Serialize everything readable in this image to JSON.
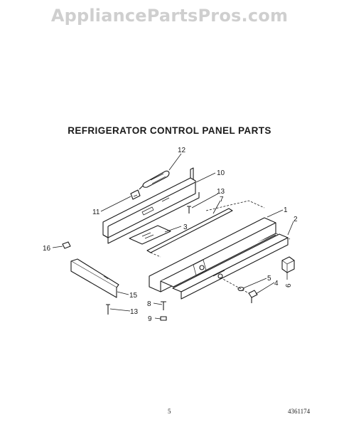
{
  "watermark": "AppliancePartsPros.com",
  "title": "REFRIGERATOR CONTROL PANEL PARTS",
  "footer": {
    "page_number": "5",
    "doc_code": "4361174"
  },
  "callouts": {
    "c12": "12",
    "c10": "10",
    "c11": "11",
    "c13a": "13",
    "c7": "7",
    "c3": "3",
    "c1": "1",
    "c2": "2",
    "c16": "16",
    "c15": "15",
    "c8": "8",
    "c13b": "13",
    "c9": "9",
    "c5": "5",
    "c4": "4",
    "c6": "6"
  }
}
